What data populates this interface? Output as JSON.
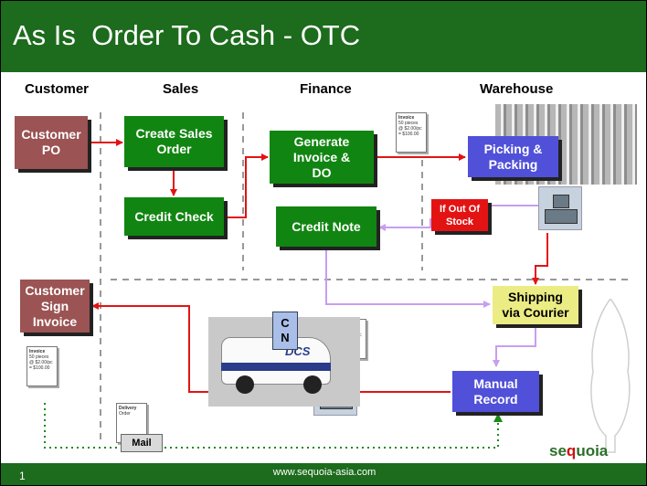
{
  "slide": {
    "title": "As Is  Order To Cash - OTC",
    "page_number": "1",
    "footer_url": "www.sequoia-asia.com",
    "logo": {
      "pre": "se",
      "accent": "q",
      "post": "uoia"
    }
  },
  "lanes": [
    "Customer",
    "Sales",
    "Finance",
    "Warehouse"
  ],
  "nodes": {
    "customer_po": "Customer\nPO",
    "create_sales_order": "Create Sales\nOrder",
    "credit_check": "Credit Check",
    "generate_invoice_do": "Generate\nInvoice &\nDO",
    "picking_packing": "Picking &\nPacking",
    "if_out_of_stock": "If Out Of\nStock",
    "credit_note": "Credit Note",
    "shipping_via_courier": "Shipping\nvia Courier",
    "customer_sign_invoice": "Customer\nSign\nInvoice",
    "manual_record": "Manual\nRecord"
  },
  "labels": {
    "cn": "C\nN",
    "mail": "Mail",
    "van_logo": "DCS"
  },
  "invoice_doc": {
    "heading": "Invoice",
    "line1": "50 pieces",
    "line2": "@ $2.00/pc",
    "line3": "= $100.00"
  },
  "delivery_doc": {
    "heading": "Delivery",
    "line1": "Order"
  },
  "colors": {
    "title_bar": "#1d6b1d",
    "flow_arrow": "#e31313",
    "return_arrow": "#c89ef0",
    "mail_dotted": "#1a8a1a"
  }
}
